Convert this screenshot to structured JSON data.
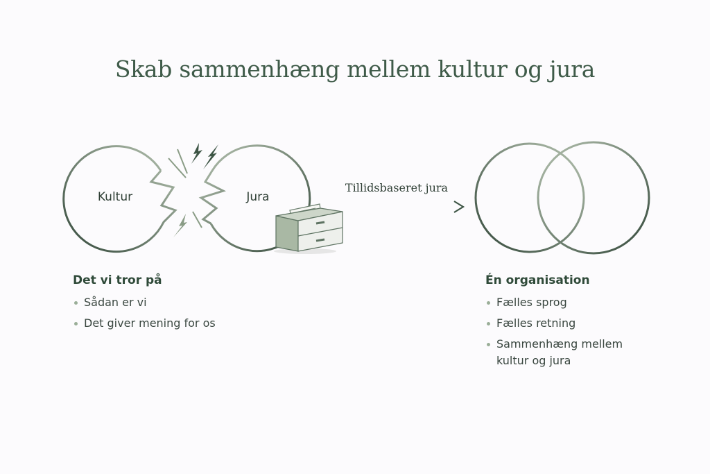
{
  "title": "Skab sammenhæng mellem kultur og jura",
  "left": {
    "circle_labels": [
      "Kultur",
      "Jura"
    ],
    "heading": "Det vi tror på",
    "bullets": [
      "Sådan er vi",
      "Det giver mening for os"
    ]
  },
  "arrow": {
    "label": "Tillidsbaseret jura"
  },
  "right": {
    "heading": "Én organisation",
    "bullets": [
      "Fælles sprog",
      "Fælles retning",
      "Sammenhæng mellem kultur og jura"
    ]
  },
  "colors": {
    "dark_green": "#3d5545",
    "sage": "#a9b8a4",
    "background": "#fcfbfd"
  }
}
